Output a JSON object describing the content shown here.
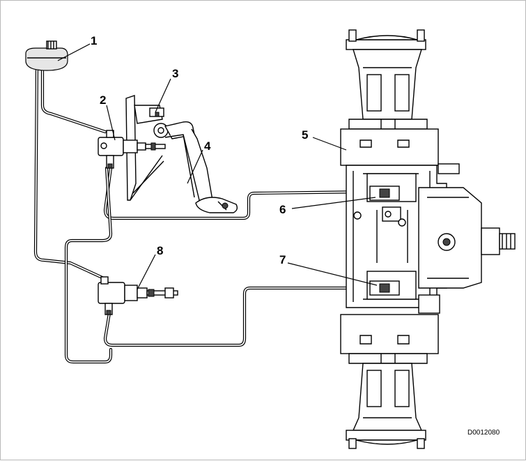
{
  "callouts": [
    {
      "number": "1"
    },
    {
      "number": "2"
    },
    {
      "number": "3"
    },
    {
      "number": "4"
    },
    {
      "number": "5"
    },
    {
      "number": "6"
    },
    {
      "number": "7"
    },
    {
      "number": "8"
    }
  ],
  "document_id": "D0012080"
}
